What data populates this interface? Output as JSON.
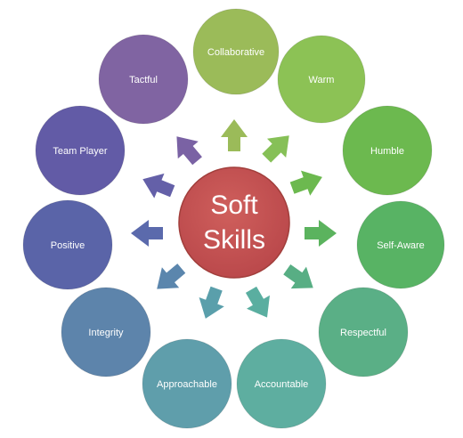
{
  "center": {
    "line1": "Soft",
    "line2": "Skills",
    "fill": "#c0504d",
    "stroke": "#8f3c3a"
  },
  "skills": [
    {
      "label": "Collaborative",
      "color": "#9bbb59"
    },
    {
      "label": "Warm",
      "color": "#8cc255"
    },
    {
      "label": "Humble",
      "color": "#6cb94f"
    },
    {
      "label": "Self-Aware",
      "color": "#58b364"
    },
    {
      "label": "Respectful",
      "color": "#5aaf86"
    },
    {
      "label": "Accountable",
      "color": "#5eaea0"
    },
    {
      "label": "Approachable",
      "color": "#5f9eab"
    },
    {
      "label": "Integrity",
      "color": "#5d84ab"
    },
    {
      "label": "Positive",
      "color": "#5a64a8"
    },
    {
      "label": "Team Player",
      "color": "#625ba6"
    },
    {
      "label": "Tactful",
      "color": "#8064a2"
    }
  ],
  "arrow_colors": [
    "#9bbb59",
    "#86c057",
    "#6cb94f",
    "#5bb35e",
    "#58ae84",
    "#5aaea0",
    "#5a9fab",
    "#5b86ad",
    "#5b6aac",
    "#6460a8",
    "#7a62a4"
  ]
}
